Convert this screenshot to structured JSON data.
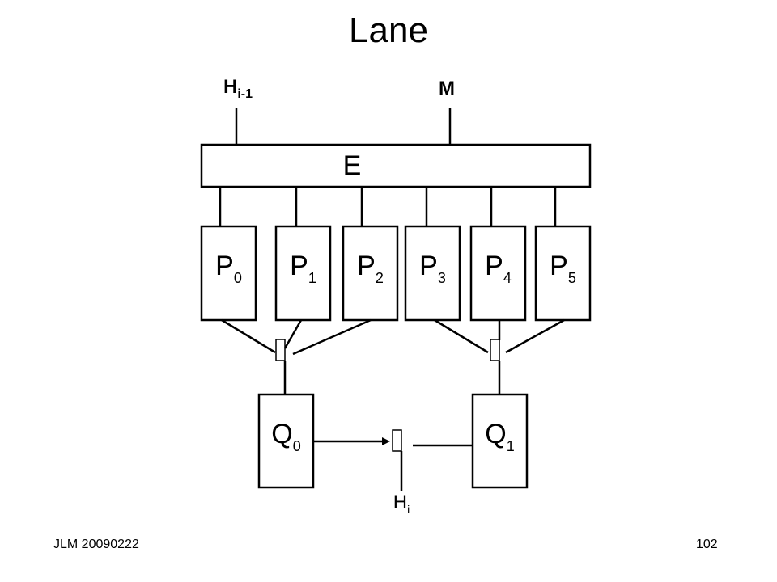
{
  "slide": {
    "title": "Lane",
    "footer_left": "JLM 20090222",
    "footer_right": "102"
  },
  "diagram": {
    "inputs": {
      "h_prev": {
        "main": "H",
        "sub": "i-1"
      },
      "m": "M"
    },
    "e_box": "E",
    "p_boxes": [
      {
        "main": "P",
        "sub": "0"
      },
      {
        "main": "P",
        "sub": "1"
      },
      {
        "main": "P",
        "sub": "2"
      },
      {
        "main": "P",
        "sub": "3"
      },
      {
        "main": "P",
        "sub": "4"
      },
      {
        "main": "P",
        "sub": "5"
      }
    ],
    "q_boxes": [
      {
        "main": "Q",
        "sub": "0"
      },
      {
        "main": "Q",
        "sub": "1"
      }
    ],
    "output": {
      "main": "H",
      "sub": "i"
    }
  }
}
